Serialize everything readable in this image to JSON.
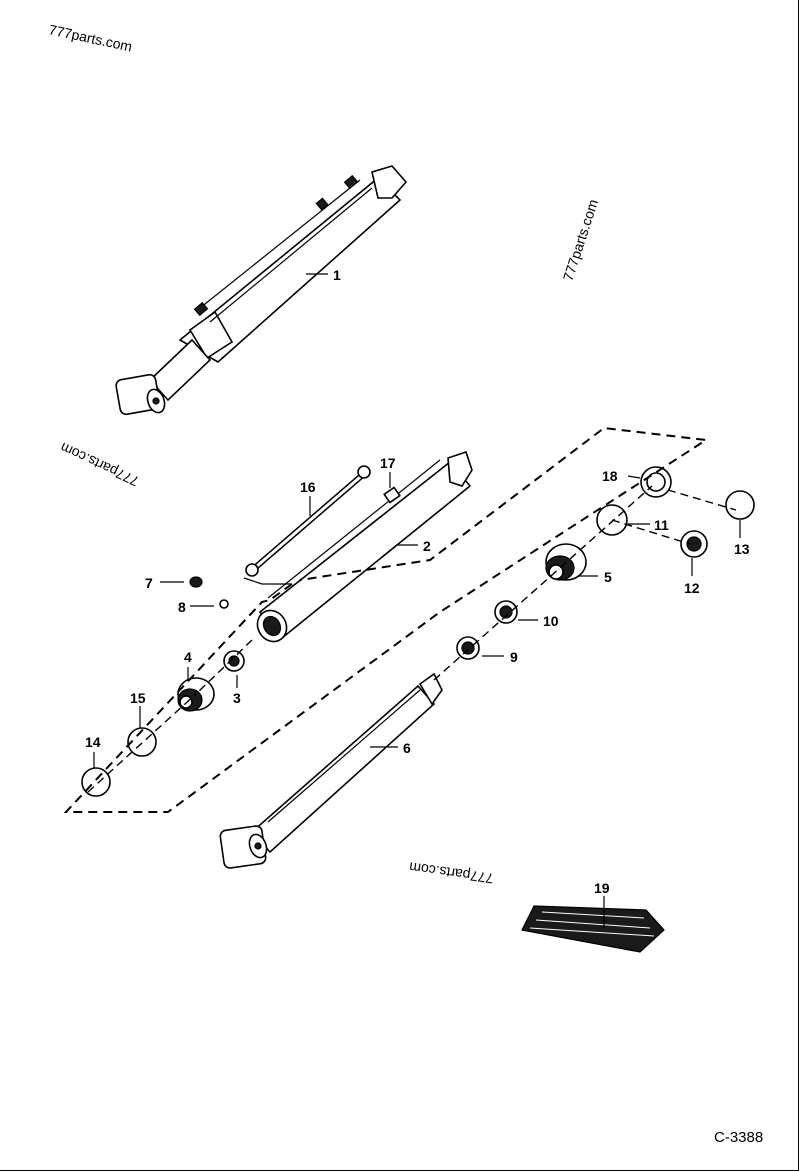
{
  "watermarks": [
    "777parts.com",
    "777parts.com",
    "777parts.com",
    "777parts.com"
  ],
  "callouts": [
    "1",
    "2",
    "3",
    "4",
    "5",
    "6",
    "7",
    "8",
    "9",
    "10",
    "11",
    "12",
    "13",
    "14",
    "15",
    "16",
    "17",
    "18",
    "19"
  ],
  "drawing_code": "C-3388",
  "colors": {
    "line": "#000000",
    "background": "#ffffff"
  }
}
